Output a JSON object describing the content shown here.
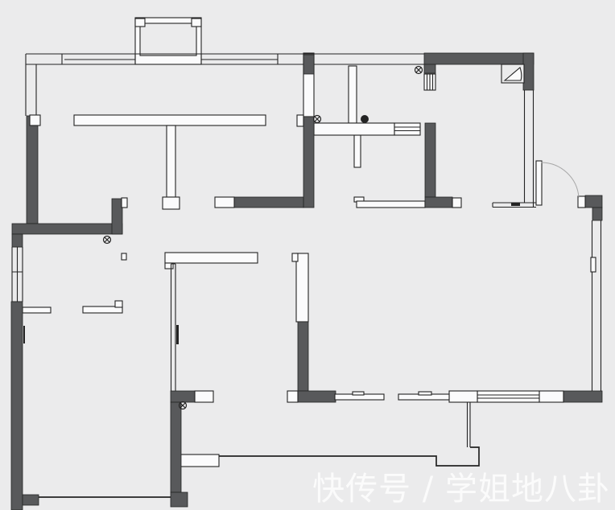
{
  "watermark": {
    "text": "快传号 / 学姐地八卦"
  },
  "colors": {
    "background": "#ebebec",
    "wall": "#58595b",
    "line": "#232323",
    "boxfill": "#fbfbfc",
    "arc": "#a8a8a8",
    "watermark_color": "rgba(255,255,255,0.8)"
  },
  "plan": {
    "type": "residential-floor-plan",
    "door_symbols": [
      "entry-swing-door",
      "sliding-door-2-panel"
    ],
    "window_symbols": [
      "bay-window",
      "triple-line-window",
      "pass-through-window",
      "shaft-hatch"
    ],
    "marker_symbols": [
      "circle-cross-marker",
      "filled-dot-marker"
    ]
  }
}
